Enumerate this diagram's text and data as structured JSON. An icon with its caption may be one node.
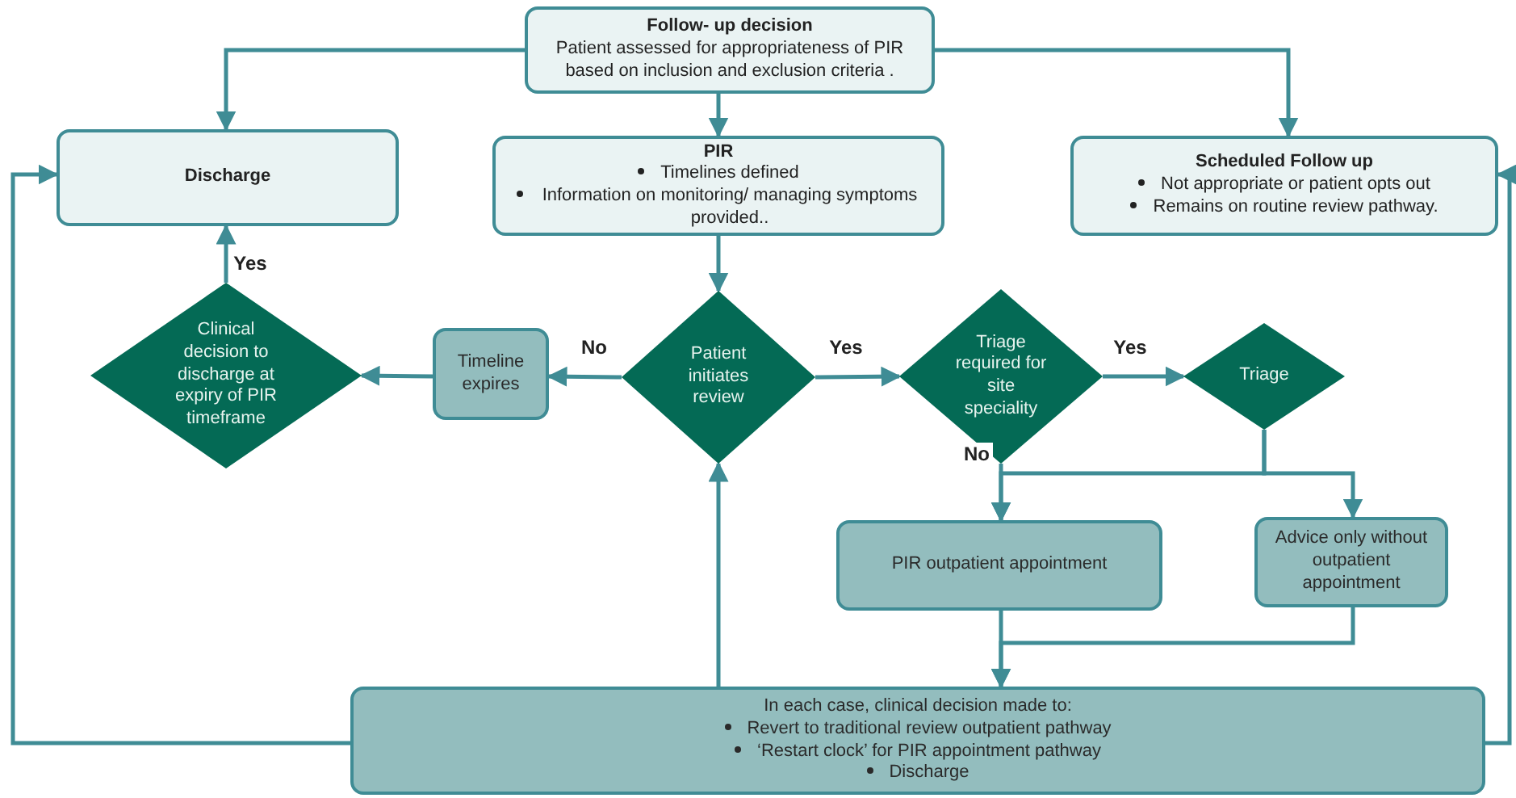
{
  "diagram": {
    "nodes": [
      {
        "text": [
          "Follow- up decision",
          "Patient assessed for appropriateness of PIR based on inclusion and exclusion criteria ."
        ]
      },
      {
        "text": [
          "Discharge"
        ]
      },
      {
        "text": [
          "PIR",
          "Timelines defined",
          "Information on monitoring/ managing symptoms provided.."
        ]
      },
      {
        "text": [
          "Scheduled Follow up",
          "Not appropriate or patient opts out",
          "Remains on routine review pathway."
        ]
      },
      {
        "text": [
          "Clinical decision to discharge at expiry of PIR timeframe"
        ]
      },
      {
        "text": [
          "Timeline expires"
        ]
      },
      {
        "text": [
          "Patient initiates review"
        ]
      },
      {
        "text": [
          "Triage required for site speciality"
        ]
      },
      {
        "text": [
          "Triage"
        ]
      },
      {
        "text": [
          "PIR outpatient appointment"
        ]
      },
      {
        "text": [
          "Advice only without outpatient appointment"
        ]
      },
      {
        "text": [
          "In each case, clinical decision made to:",
          "Revert to traditional review outpatient pathway",
          "‘Restart clock’ for PIR appointment pathway",
          "Discharge"
        ]
      }
    ],
    "edges": [
      {
        "from": 0,
        "to": 1,
        "arrow": "to"
      },
      {
        "from": 0,
        "to": 2,
        "arrow": "to"
      },
      {
        "from": 0,
        "to": 3,
        "arrow": "to"
      },
      {
        "from": 2,
        "to": 6,
        "arrow": "to"
      },
      {
        "from": 6,
        "to": 5,
        "arrow": "to",
        "label": "No"
      },
      {
        "from": 5,
        "to": 4,
        "arrow": "to"
      },
      {
        "from": 4,
        "to": 1,
        "arrow": "to",
        "label": "Yes"
      },
      {
        "from": 6,
        "to": 7,
        "arrow": "to",
        "label": "Yes"
      },
      {
        "from": 7,
        "to": 8,
        "arrow": "to",
        "label": "Yes"
      },
      {
        "from": 7,
        "to": 9,
        "arrow": "to",
        "label": "No"
      },
      {
        "from": 8,
        "to": 9,
        "arrow": "to"
      },
      {
        "from": 8,
        "to": 10,
        "arrow": "to"
      },
      {
        "from": 9,
        "to": 11,
        "arrow": "to"
      },
      {
        "from": 10,
        "to": 11,
        "arrow": "to"
      },
      {
        "from": 11,
        "to": 6,
        "arrow": "to"
      },
      {
        "from": 11,
        "to": 1,
        "arrow": "to"
      },
      {
        "from": 11,
        "to": 3,
        "arrow": "to"
      }
    ]
  }
}
